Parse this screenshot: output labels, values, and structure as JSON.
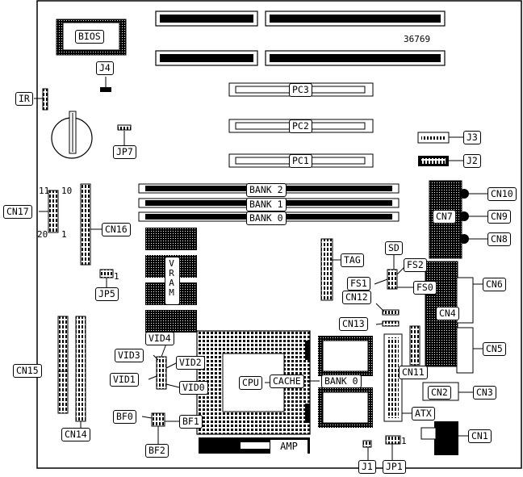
{
  "figure_id": "36769",
  "labels": {
    "bios": "BIOS",
    "j4": "J4",
    "ir": "IR",
    "jp7": "JP7",
    "j3": "J3",
    "j2": "J2",
    "pc3": "PC3",
    "pc2": "PC2",
    "pc1": "PC1",
    "bank2": "BANK 2",
    "bank1": "BANK 1",
    "bank0_simm": "BANK 0",
    "cn17": "CN17",
    "cn16": "CN16",
    "cn10": "CN10",
    "cn9": "CN9",
    "cn8": "CN8",
    "cn7": "CN7",
    "cn6": "CN6",
    "cn4": "CN4",
    "cn5": "CN5",
    "cn2": "CN2",
    "cn3": "CN3",
    "cn1": "CN1",
    "vram": "VRAM",
    "tag": "TAG",
    "sd": "SD",
    "fs2": "FS2",
    "fs1": "FS1",
    "fs0": "FS0",
    "cn12": "CN12",
    "cn13": "CN13",
    "cn11": "CN11",
    "jp5": "JP5",
    "cn15": "CN15",
    "cn14": "CN14",
    "vid4": "VID4",
    "vid3": "VID3",
    "vid2": "VID2",
    "vid1": "VID1",
    "vid0": "VID0",
    "cpu": "CPU",
    "cache": "CACHE",
    "bank0_cache": "BANK 0",
    "bf0": "BF0",
    "bf1": "BF1",
    "bf2": "BF2",
    "amp": "AMP",
    "atx": "ATX",
    "j1": "J1",
    "jp1": "JP1"
  },
  "pin_numbers": {
    "cn17_pin11": "11",
    "cn17_pin10": "10",
    "cn17_pin20": "20",
    "cn17_pin1": "1",
    "jp5_pin": "1",
    "jp1_pin": "1"
  }
}
